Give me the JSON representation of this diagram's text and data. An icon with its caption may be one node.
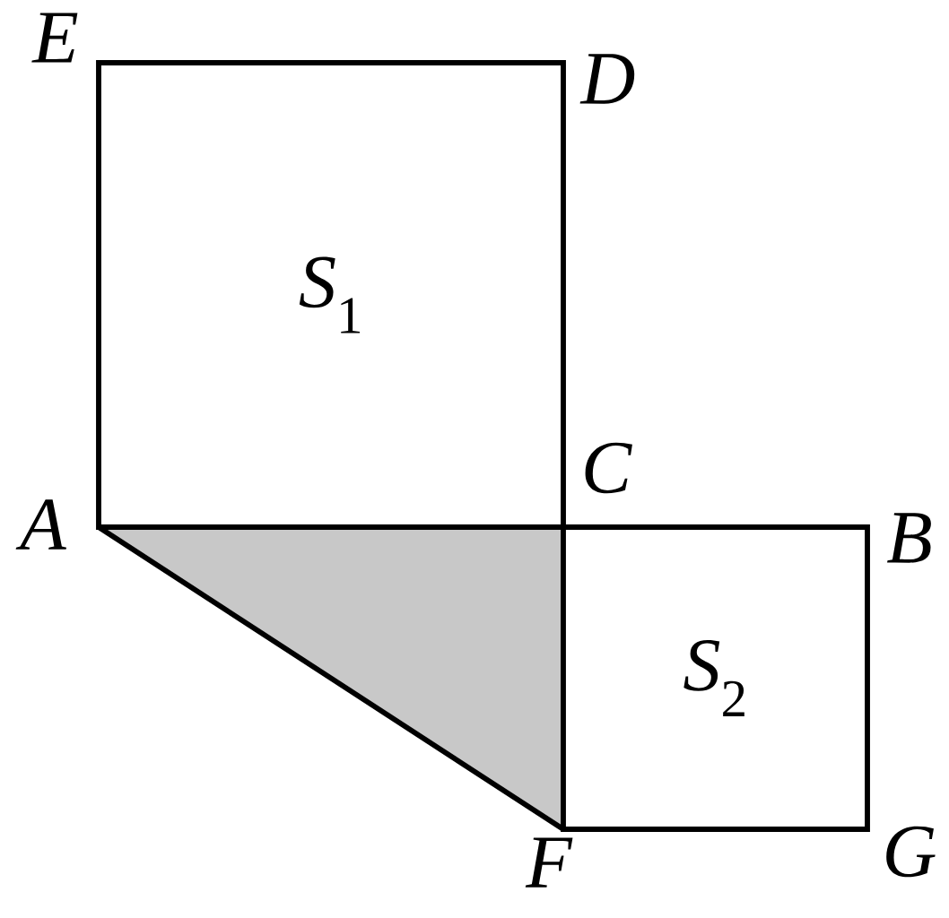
{
  "diagram": {
    "nodes": [
      {
        "text": [
          "*S*$_{1}$"
        ]
      },
      {
        "text": [
          "*S*$_{2}$"
        ]
      }
    ],
    "labels": [
      "E",
      "D",
      "C",
      "A",
      "B",
      "F",
      "G"
    ]
  }
}
